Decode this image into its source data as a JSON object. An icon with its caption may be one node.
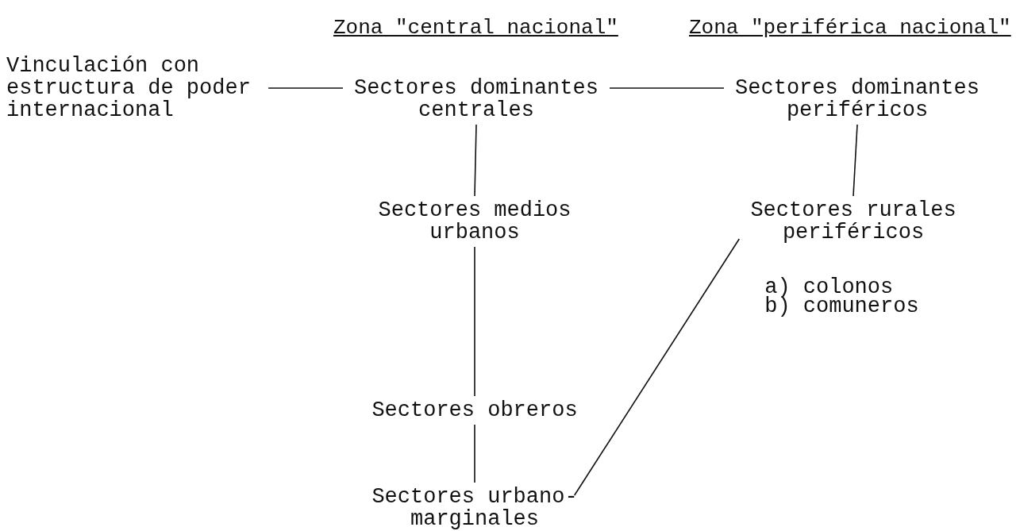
{
  "diagram": {
    "nodes": [
      {
        "text": [
          "Vinculación con estructura de poder internacional"
        ]
      },
      {
        "text": [
          "Sectores dominantes centrales"
        ]
      },
      {
        "text": [
          "Sectores dominantes periféricos"
        ]
      },
      {
        "text": [
          "Sectores medios urbanos"
        ]
      },
      {
        "text": [
          "Sectores rurales periféricos",
          "a) colonos",
          "b) comuneros"
        ]
      },
      {
        "text": [
          "Sectores obreros"
        ]
      },
      {
        "text": [
          "Sectores urbano- marginales"
        ]
      }
    ],
    "edges": [
      {
        "from": 0,
        "to": 1,
        "arrow": "none"
      },
      {
        "from": 1,
        "to": 2,
        "arrow": "none"
      },
      {
        "from": 1,
        "to": 3,
        "arrow": "none"
      },
      {
        "from": 2,
        "to": 4,
        "arrow": "none"
      },
      {
        "from": 3,
        "to": 5,
        "arrow": "none"
      },
      {
        "from": 5,
        "to": 6,
        "arrow": "none"
      },
      {
        "from": 6,
        "to": 4,
        "arrow": "none"
      }
    ],
    "labels": [
      "Zona \"central nacional\"",
      "Zona \"periférica nacional\""
    ]
  }
}
